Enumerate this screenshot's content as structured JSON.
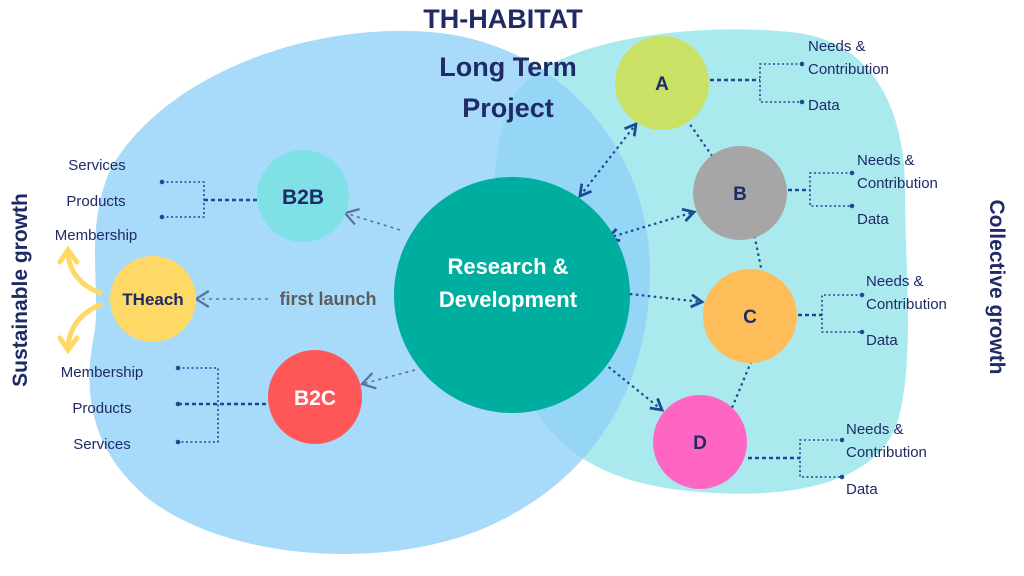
{
  "title": {
    "line1": "TH-HABITAT",
    "line2": "Long Term",
    "line3": "Project"
  },
  "center": {
    "line1": "Research &",
    "line2": "Development"
  },
  "nodes": {
    "b2b": "B2B",
    "b2c": "B2C",
    "theach": "THeach",
    "a": "A",
    "b": "B",
    "c": "C",
    "d": "D"
  },
  "first_launch": "first launch",
  "b2b_items": [
    "Services",
    "Products",
    "Membership"
  ],
  "b2c_items": [
    "Membership",
    "Products",
    "Services"
  ],
  "node_items": {
    "needs1": "Needs &",
    "needs2": "Contribution",
    "data": "Data"
  },
  "side_left": "Sustainable growth",
  "side_right": "Collective growth",
  "colors": {
    "left_blob": "#8fd0f7",
    "right_blob": "#9be6ec",
    "center": "#00aea0",
    "b2b": "#7fe0e6",
    "b2c": "#ff5757",
    "theach": "#ffd966",
    "a": "#c9e265",
    "b": "#a6a6a6",
    "c": "#ffbd59",
    "d": "#ff66c4",
    "ink": "#1f2a66",
    "dots": "#1b4a94"
  }
}
